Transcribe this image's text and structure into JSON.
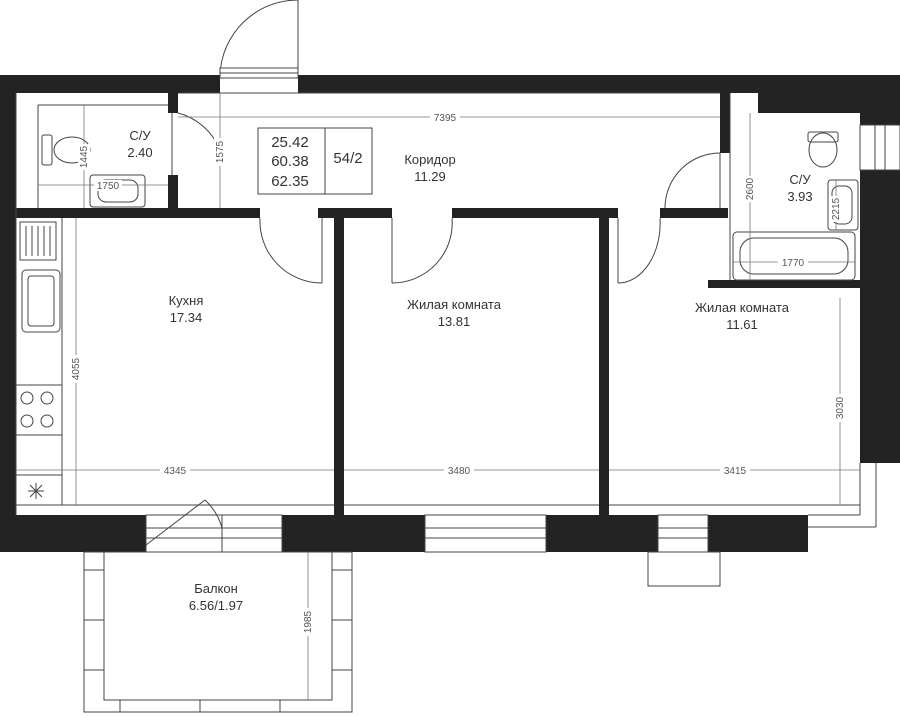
{
  "summary": {
    "living_area": "25.42",
    "total_area": "60.38",
    "total_area_with_balcony": "62.35",
    "number": "54/2"
  },
  "rooms": {
    "bath_left": {
      "name": "С/У",
      "area": "2.40"
    },
    "corridor": {
      "name": "Коридор",
      "area": "11.29"
    },
    "bath_right": {
      "name": "С/У",
      "area": "3.93"
    },
    "kitchen": {
      "name": "Кухня",
      "area": "17.34"
    },
    "living1": {
      "name": "Жилая комната",
      "area": "13.81"
    },
    "living2": {
      "name": "Жилая комната",
      "area": "11.61"
    },
    "balcony": {
      "name": "Балкон",
      "area": "6.56/1.97"
    }
  },
  "dimensions": {
    "corridor_width": "7395",
    "corridor_depth": "1575",
    "bath_left_height": "1445",
    "bath_left_width": "1750",
    "bath_right_height": "2600",
    "bath_right_tub_width": "1770",
    "bath_right_tub_height": "2215",
    "kitchen_width": "4345",
    "kitchen_depth": "4055",
    "living1_width": "3480",
    "living2_width": "3415",
    "living2_depth": "3030",
    "balcony_depth": "1985"
  },
  "colors": {
    "wall": "#232323",
    "line": "#444444",
    "text": "#333333"
  }
}
